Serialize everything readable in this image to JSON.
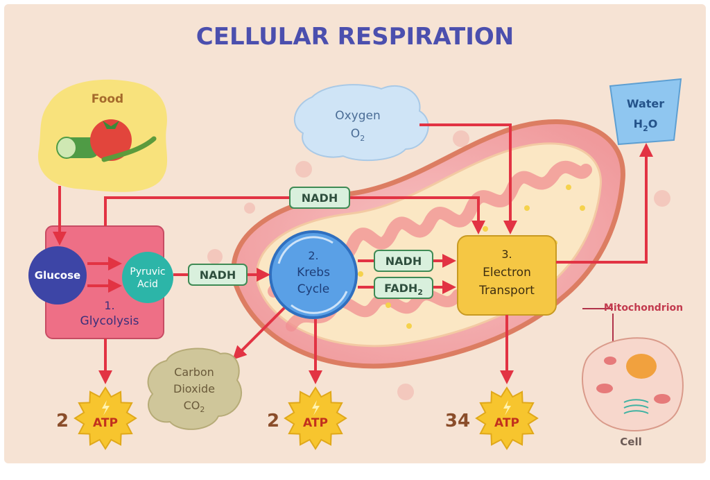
{
  "title": "CELLULAR RESPIRATION",
  "food": {
    "label": "Food"
  },
  "oxygen": {
    "line1": "Oxygen",
    "formula": "O",
    "subscript": "2"
  },
  "water": {
    "line1": "Water",
    "formula_h": "H",
    "subscript": "2",
    "formula_o": "O"
  },
  "glycolysis": {
    "glucose": "Glucose",
    "pyruvic_line1": "Pyruvic",
    "pyruvic_line2": "Acid",
    "step_number": "1.",
    "label": "Glycolysis"
  },
  "krebs": {
    "step_number": "2.",
    "line1": "Krebs",
    "line2": "Cycle"
  },
  "electron_transport": {
    "step_number": "3.",
    "line1": "Electron",
    "line2": "Transport"
  },
  "carriers": {
    "nadh_top": "NADH",
    "nadh_glycolysis": "NADH",
    "nadh_krebs": "NADH",
    "fadh_base": "FADH",
    "fadh_sub": "2"
  },
  "carbon_dioxide": {
    "line1": "Carbon",
    "line2": "Dioxide",
    "formula": "CO",
    "subscript": "2"
  },
  "atp": [
    {
      "count": "2",
      "label": "ATP"
    },
    {
      "count": "2",
      "label": "ATP"
    },
    {
      "count": "34",
      "label": "ATP"
    }
  ],
  "labels": {
    "mitochondrion": "Mitochondrion",
    "cell": "Cell"
  },
  "colors": {
    "background": "#f6e3d4",
    "title": "#4b4fae",
    "arrow": "#e23343",
    "glycolysis_box": "#ee6f86",
    "glucose": "#3d45a6",
    "pyruvic": "#2cb5a8",
    "krebs": "#5aa0e6",
    "electron_box": "#f5c744",
    "carrier_box": "#d9f0dd",
    "mitochondrion_outer": "#ef9ea0",
    "water": "#8fc6f0",
    "oxygen_cloud": "#cfe4f6",
    "co2_cloud": "#cfc69a",
    "atp_star": "#f7c52e",
    "food_blob": "#f8e27c"
  }
}
